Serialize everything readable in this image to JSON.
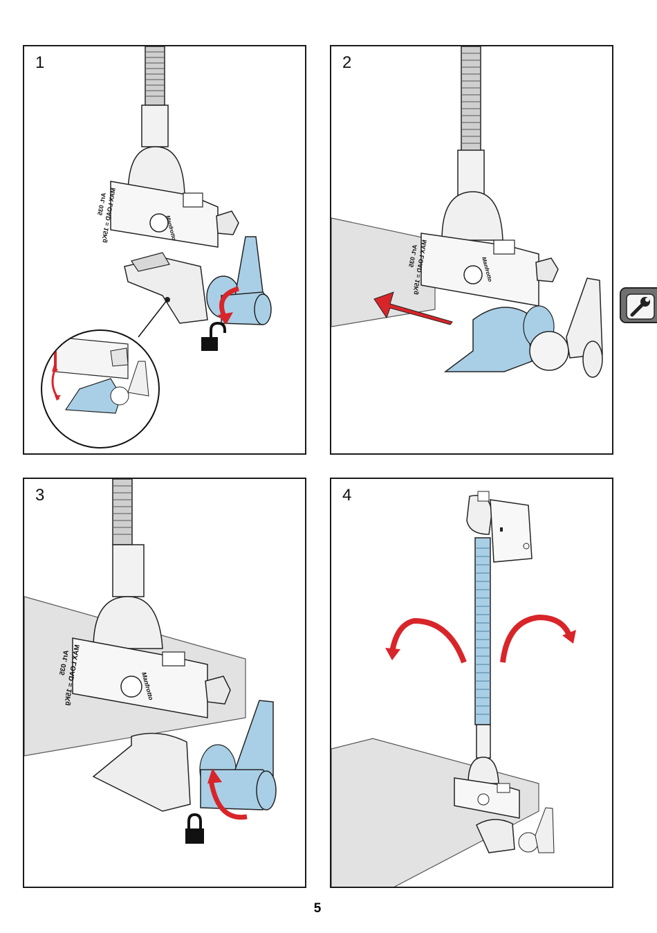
{
  "steps": [
    {
      "number": "1"
    },
    {
      "number": "2"
    },
    {
      "number": "3"
    },
    {
      "number": "4"
    }
  ],
  "clamp_label": {
    "load": "MAX LOAD = 15Kg",
    "art": "Art. 035",
    "brand": "Manfrotto"
  },
  "page_number": "5",
  "icons": {
    "side_tab": "wrench-icon",
    "unlock": "unlock-icon",
    "lock": "lock-icon"
  },
  "colors": {
    "highlight_blue": "#a9cfe6",
    "arrow_red": "#d8252a",
    "table_gray": "#e2e2e2",
    "tab_gray": "#707070"
  }
}
